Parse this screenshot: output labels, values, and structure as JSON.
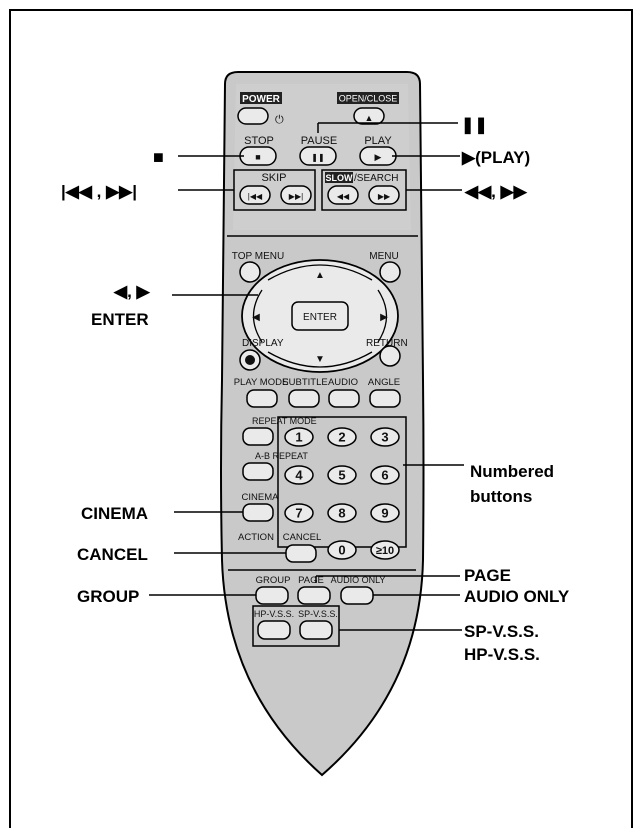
{
  "remote": {
    "labels": {
      "power": "POWER",
      "open_close": "OPEN/CLOSE",
      "stop": "STOP",
      "pause": "PAUSE",
      "play": "PLAY",
      "skip": "SKIP",
      "slow": "SLOW",
      "search": "/SEARCH",
      "top_menu": "TOP MENU",
      "menu": "MENU",
      "enter": "ENTER",
      "display": "DISPLAY",
      "return": "RETURN",
      "play_mode": "PLAY MODE",
      "subtitle": "SUBTITLE",
      "audio": "AUDIO",
      "angle": "ANGLE",
      "repeat_mode": "REPEAT MODE",
      "ab_repeat": "A-B REPEAT",
      "cinema": "CINEMA",
      "action": "ACTION",
      "cancel": "CANCEL",
      "group": "GROUP",
      "page": "PAGE",
      "audio_only": "AUDIO ONLY",
      "hp_vss": "HP-V.S.S.",
      "sp_vss": "SP-V.S.S."
    },
    "numbers": [
      "1",
      "2",
      "3",
      "4",
      "5",
      "6",
      "7",
      "8",
      "9",
      "0",
      "≥10"
    ]
  },
  "callouts": {
    "stop_symbol": "■",
    "pause_symbol": "❚❚",
    "play": "▶(PLAY)",
    "skip": "|◀◀ , ▶▶|",
    "slow_search": "◀◀, ▶▶",
    "cursor": "◀, ▶",
    "enter": "ENTER",
    "numbered_line1": "Numbered",
    "numbered_line2": "buttons",
    "cinema": "CINEMA",
    "cancel": "CANCEL",
    "page": "PAGE",
    "group": "GROUP",
    "audio_only": "AUDIO ONLY",
    "sp_vss": "SP-V.S.S.",
    "hp_vss": "HP-V.S.S."
  }
}
